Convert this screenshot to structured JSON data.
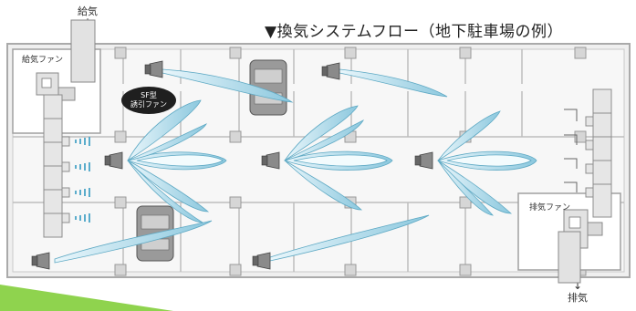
{
  "title": "▼換気システムフロー（地下駐車場の例）",
  "labels": {
    "supply_air": "給気",
    "exhaust_air": "排気",
    "supply_fan": "給気ファン",
    "exhaust_fan": "排気ファン",
    "induction_fan": "SF型\n誘引ファン",
    "down_arrow": "↓"
  },
  "colors": {
    "airflow": "#8cc8de",
    "airflow_light": "#d6eef6",
    "wall": "#b4b4b4",
    "floor": "#f1f1f1",
    "accent_green": "#8fd34e"
  },
  "icons": [
    "fan-icon",
    "car-icon",
    "arrow-down-icon"
  ]
}
